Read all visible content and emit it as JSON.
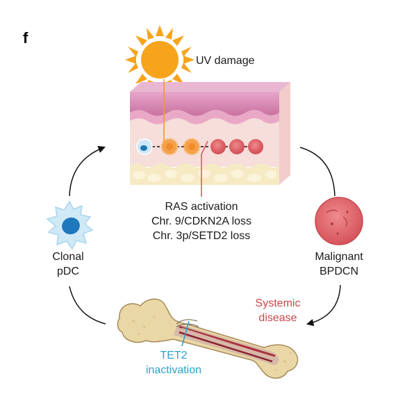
{
  "panel_letter": "f",
  "uv_label": "UV damage",
  "mutations": {
    "line1": "RAS activation",
    "line2": "Chr. 9/CDKN2A loss",
    "line3": "Chr. 3p/SETD2 loss"
  },
  "clonal_pdc": {
    "line1": "Clonal",
    "line2": "pDC"
  },
  "malignant": {
    "line1": "Malignant",
    "line2": "BPDCN"
  },
  "systemic": {
    "line1": "Systemic",
    "line2": "disease"
  },
  "tet2": {
    "line1": "TET2",
    "line2": "inactivation"
  },
  "colors": {
    "sun": "#f7a41d",
    "skin_top": "#d58ab4",
    "dermis": "#f6dcd9",
    "fat": "#f7ebc6",
    "malignant_cell": "#e0646a",
    "pdc_cell": "#a9dcf2",
    "pdc_nucleus": "#1f77b4",
    "text_red": "#c8474a",
    "text_blue": "#2aa3cc",
    "bone": "#ead7a6",
    "marrow_line": "#b22a36"
  }
}
